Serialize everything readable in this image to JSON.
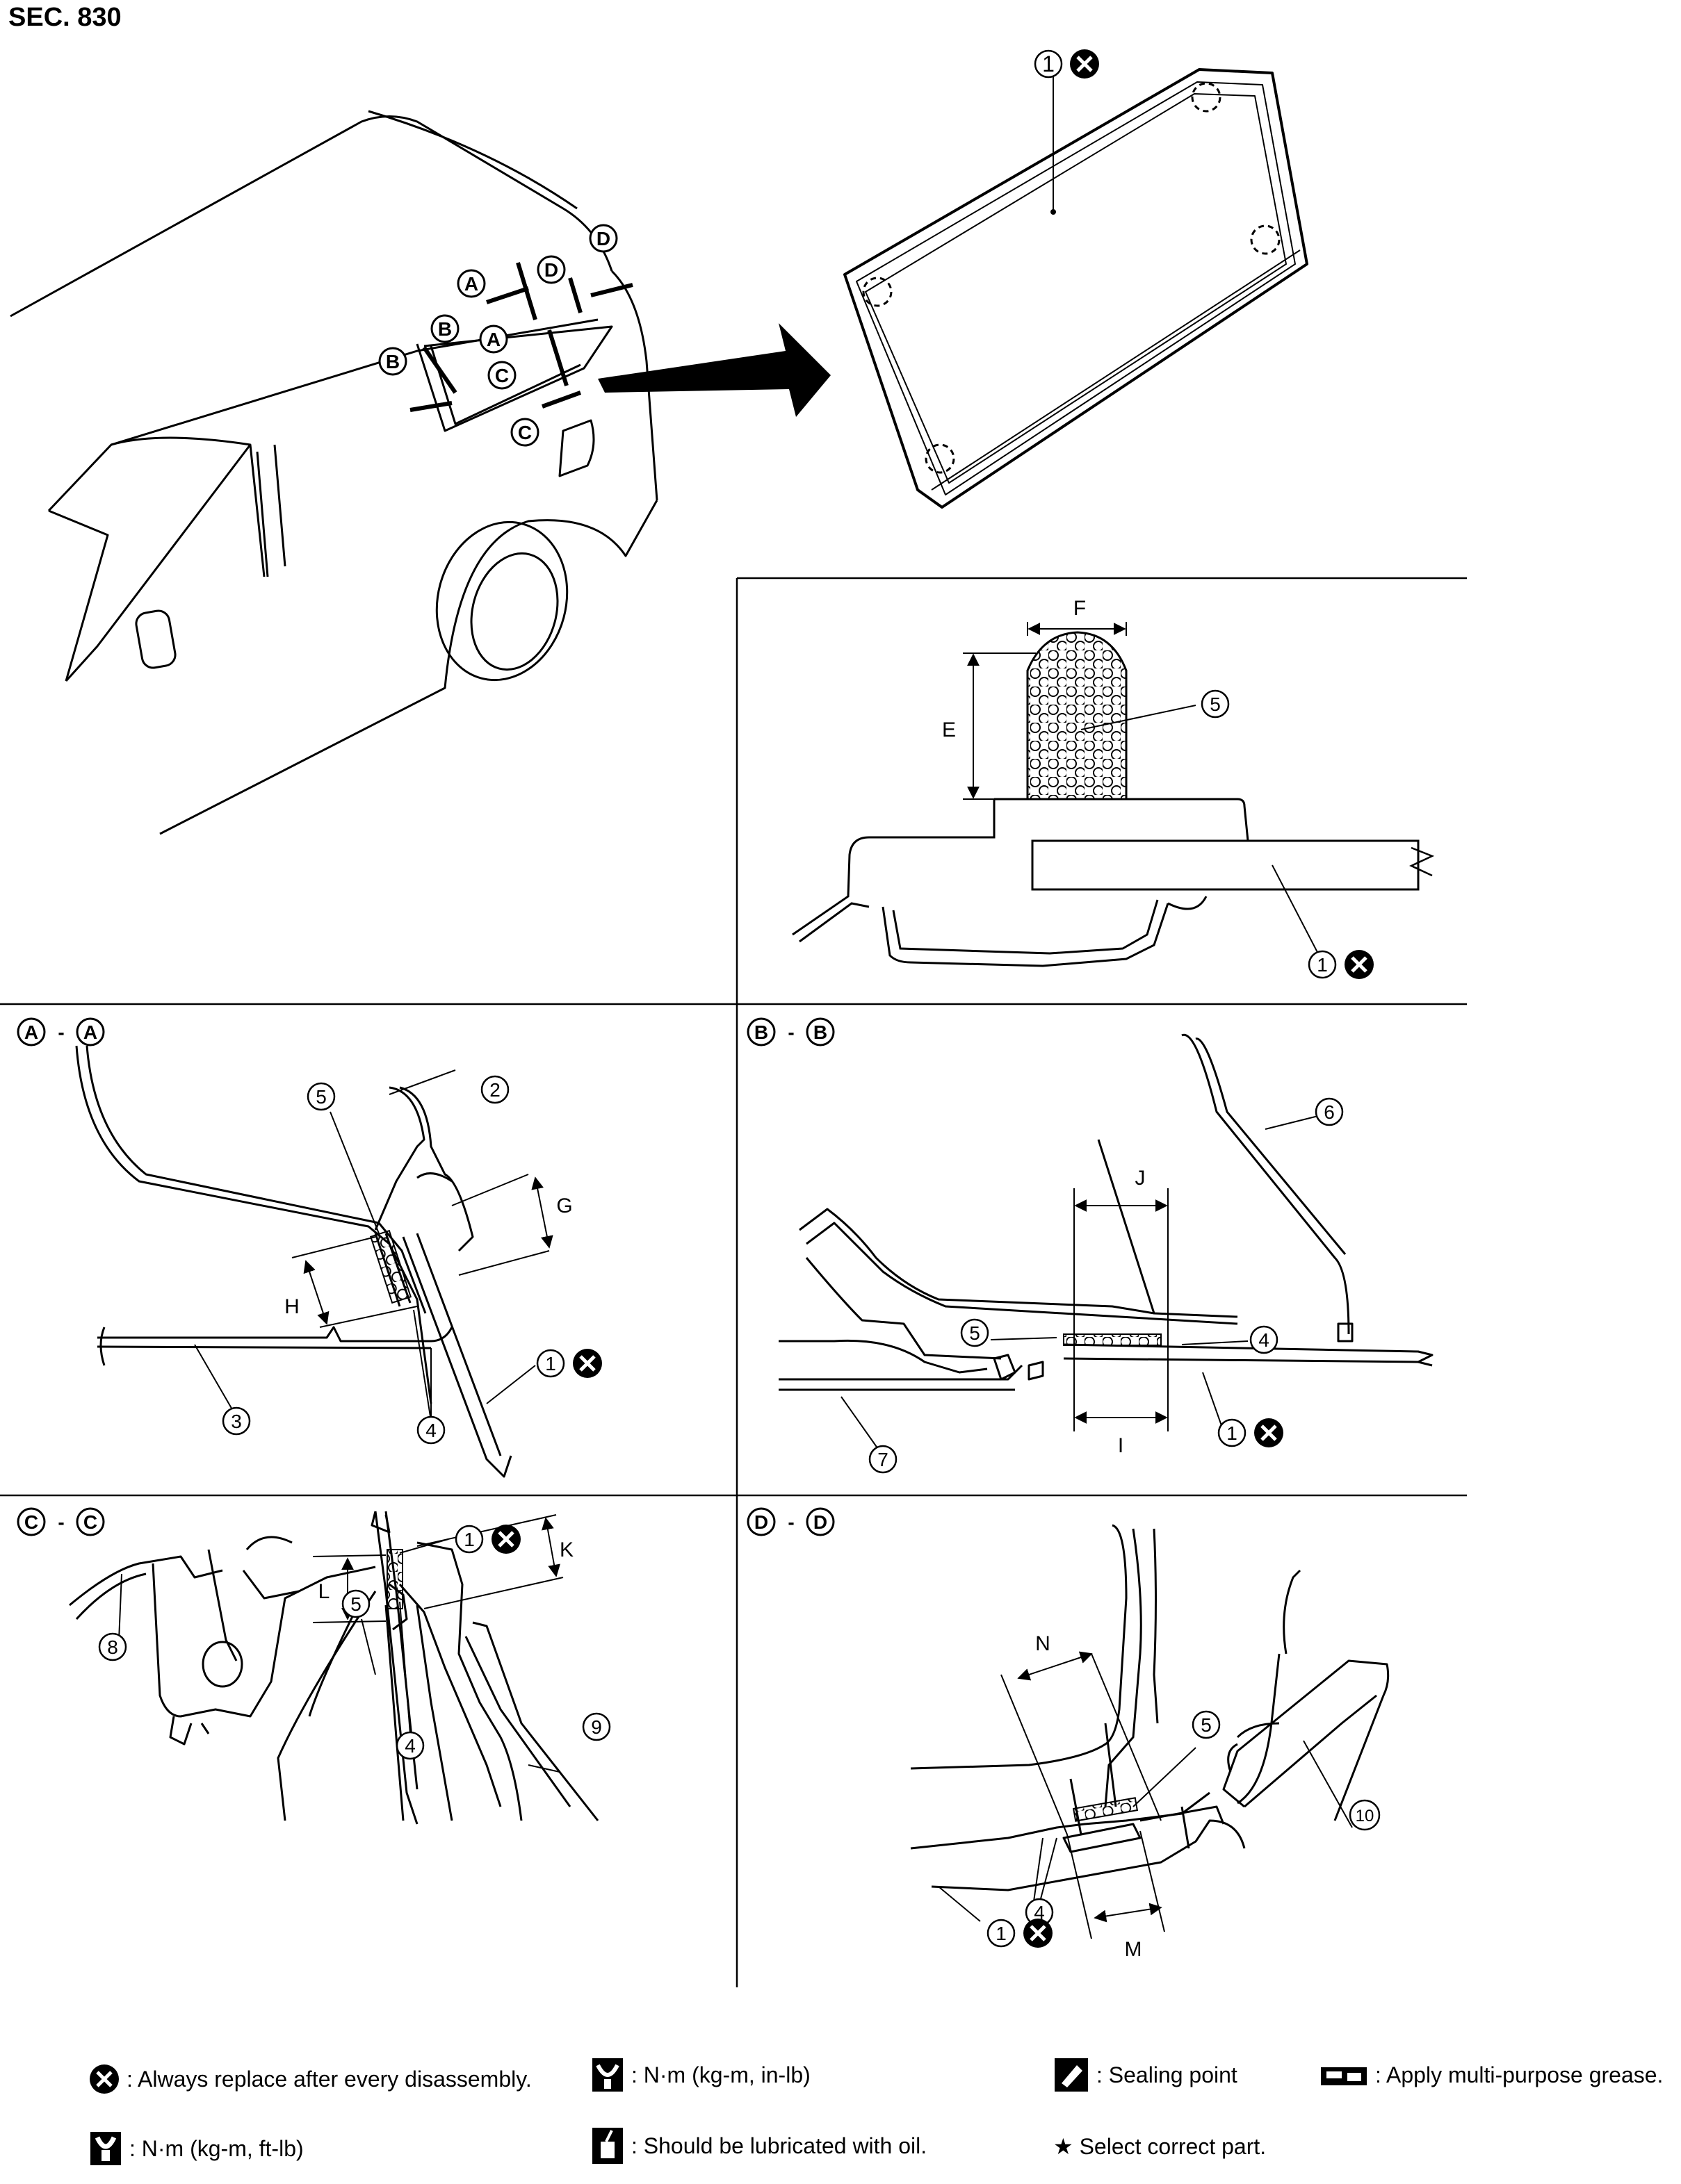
{
  "section_title": "SEC. 830",
  "car_labels": {
    "A": "A",
    "B": "B",
    "C": "C",
    "D": "D"
  },
  "numbers": {
    "n1": "1",
    "n2": "2",
    "n3": "3",
    "n4": "4",
    "n5": "5",
    "n6": "6",
    "n7": "7",
    "n8": "8",
    "n9": "9",
    "n10": "10"
  },
  "dimensions": {
    "E": "E",
    "F": "F",
    "G": "G",
    "H": "H",
    "I": "I",
    "J": "J",
    "K": "K",
    "L": "L",
    "M": "M",
    "N": "N"
  },
  "section_headers": {
    "aa": "A - A",
    "bb": "B - B",
    "cc": "C - C",
    "dd": "D - D"
  },
  "section_dash": "-",
  "legend": {
    "replace": ": Always replace after every disassembly.",
    "torque_in": ": N·m (kg-m, in-lb)",
    "sealing": ": Sealing point",
    "grease": ": Apply multi-purpose grease.",
    "torque_ft": ": N·m (kg-m, ft-lb)",
    "oil": ": Should be lubricated with oil.",
    "select": "★ Select correct part."
  }
}
